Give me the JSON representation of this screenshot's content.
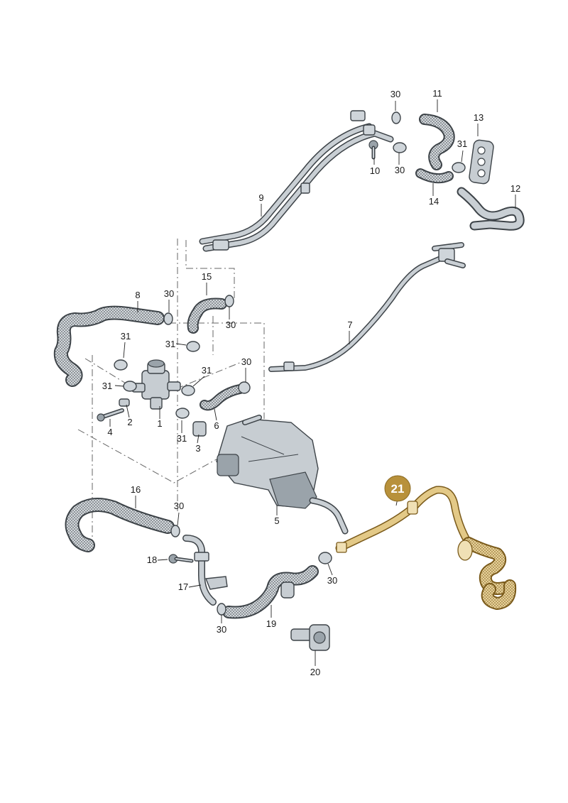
{
  "highlight": {
    "label": "21",
    "color": "#b8913b"
  },
  "colors": {
    "pipe": "#c9cfd4",
    "outline": "#3d4348",
    "highlight_part": "#e3c987"
  },
  "callouts": {
    "c1": "1",
    "c2": "2",
    "c3": "3",
    "c4": "4",
    "c5": "5",
    "c6": "6",
    "c7": "7",
    "c8": "8",
    "c9": "9",
    "c10": "10",
    "c11": "11",
    "c12": "12",
    "c13": "13",
    "c14": "14",
    "c15": "15",
    "c16": "16",
    "c17": "17",
    "c18": "18",
    "c19": "19",
    "c20": "20",
    "c30": "30",
    "c31": "31"
  }
}
